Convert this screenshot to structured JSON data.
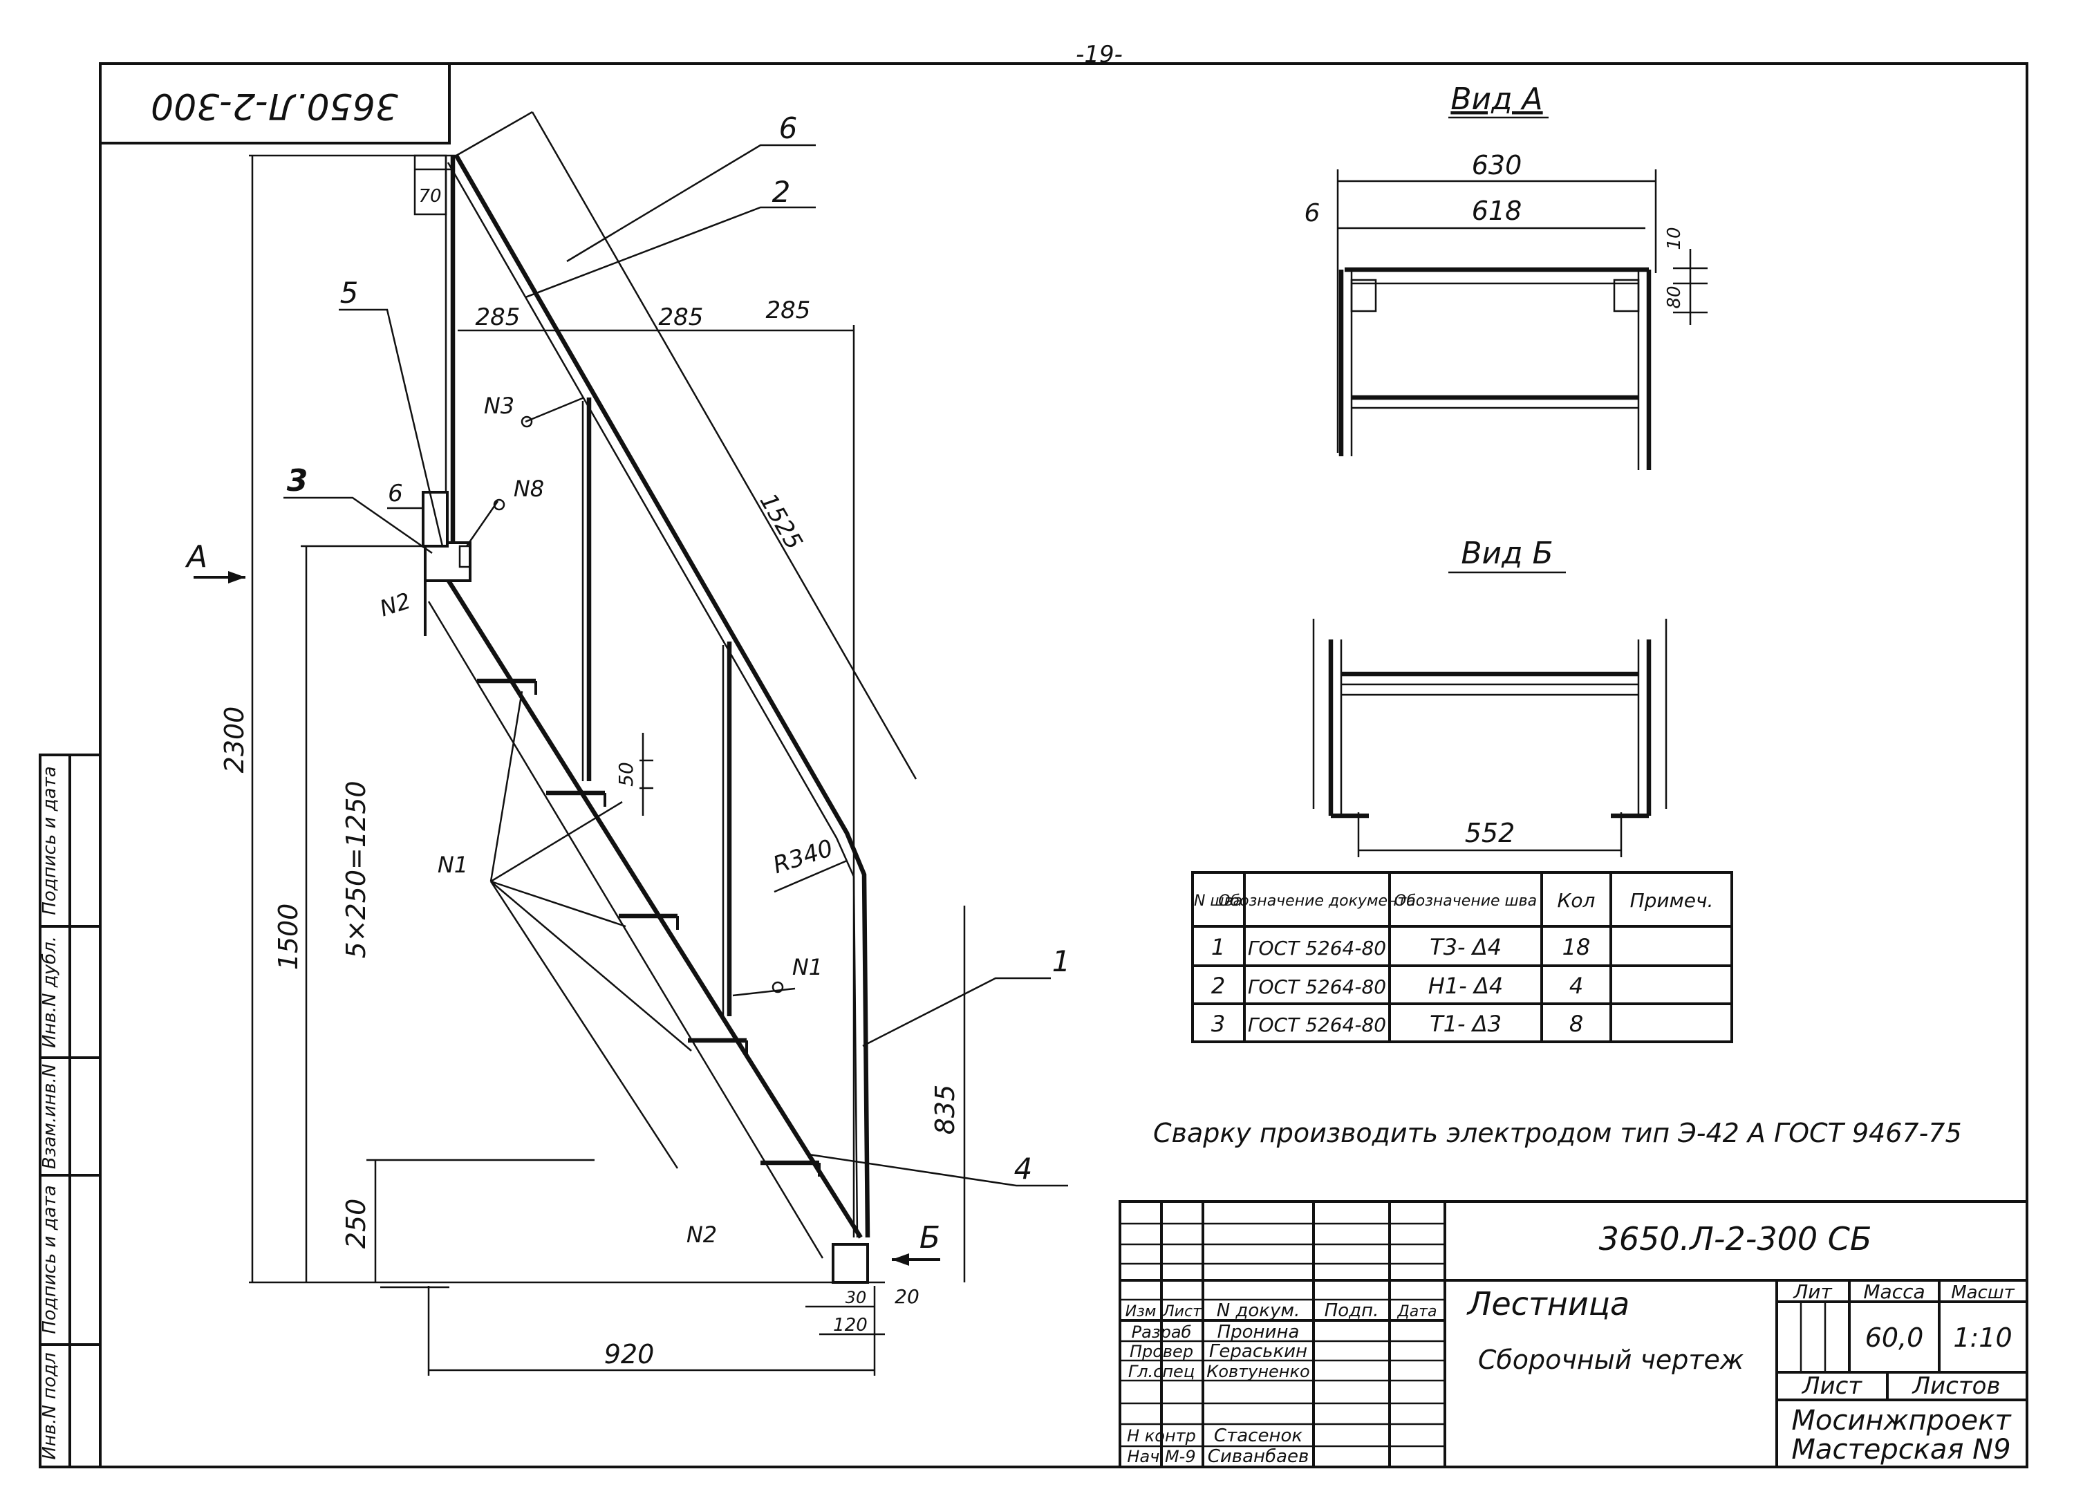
{
  "sheet": {
    "page_number": "-19-",
    "code_box": "3650.Л-2-300"
  },
  "views": {
    "view_a": "Вид А",
    "view_b": "Вид Б"
  },
  "main_view": {
    "dims": {
      "d70": "70",
      "d285_1": "285",
      "d285_2": "285",
      "d285_3": "285",
      "d1525": "1525",
      "d2300": "2300",
      "d1500": "1500",
      "d5x250": "5×250=1250",
      "d250": "250",
      "d50": "50",
      "r340": "R340",
      "d835": "835",
      "d920": "920",
      "d30": "30",
      "d20": "20",
      "d120": "120"
    },
    "callouts": {
      "c1": "1",
      "c2": "2",
      "c3": "3",
      "c4": "4",
      "c5": "5",
      "c6a": "6",
      "c6b": "6",
      "cA": "А",
      "cB": "Б"
    },
    "welds": {
      "n1a": "N1",
      "n1b": "N1",
      "n2a": "N2",
      "n2b": "N2",
      "n3": "N3",
      "n8": "N8"
    }
  },
  "view_a_dims": {
    "d630": "630",
    "d618": "618",
    "d6": "6",
    "d10": "10",
    "d80": "80"
  },
  "view_b_dims": {
    "d552": "552"
  },
  "weld_table": {
    "headers": [
      "N шва",
      "Обозначение документа",
      "Обозначение шва",
      "Кол",
      "Примеч."
    ],
    "rows": [
      [
        "1",
        "ГОСТ 5264-80",
        "Т3- Δ4",
        "18",
        ""
      ],
      [
        "2",
        "ГОСТ 5264-80",
        "Н1- Δ4",
        "4",
        ""
      ],
      [
        "3",
        "ГОСТ 5264-80",
        "Т1- Δ3",
        "8",
        ""
      ]
    ]
  },
  "note": "Сварку производить электродом тип Э-42 А ГОСТ 9467-75",
  "title_block": {
    "designation": "3650.Л-2-300 СБ",
    "name": "Лестница",
    "doc_type": "Сборочный чертеж",
    "col_headers": [
      "Изм",
      "Лист",
      "N докум.",
      "Подп.",
      "Дата"
    ],
    "roles": [
      "Разраб",
      "Провер",
      "Гл.спец",
      "",
      "Н контр",
      "Нач М-9"
    ],
    "names": [
      "Пронина",
      "Гераськин",
      "Ковтуненко",
      "",
      "Стасенок",
      "Сиванбаев"
    ],
    "lit_label": "Лит",
    "mass_label": "Масса",
    "scale_label": "Масшт",
    "mass": "60,0",
    "scale": "1:10",
    "sheet_label": "Лист",
    "sheets_label": "Листов",
    "org1": "Мосинжпроект",
    "org2": "Мастерская N9"
  },
  "side_stamp": {
    "cells": [
      "Инв.N подл",
      "Подпись и дата",
      "Взам.инв.N",
      "Инв.N дубл.",
      "Подпись и дата"
    ]
  }
}
